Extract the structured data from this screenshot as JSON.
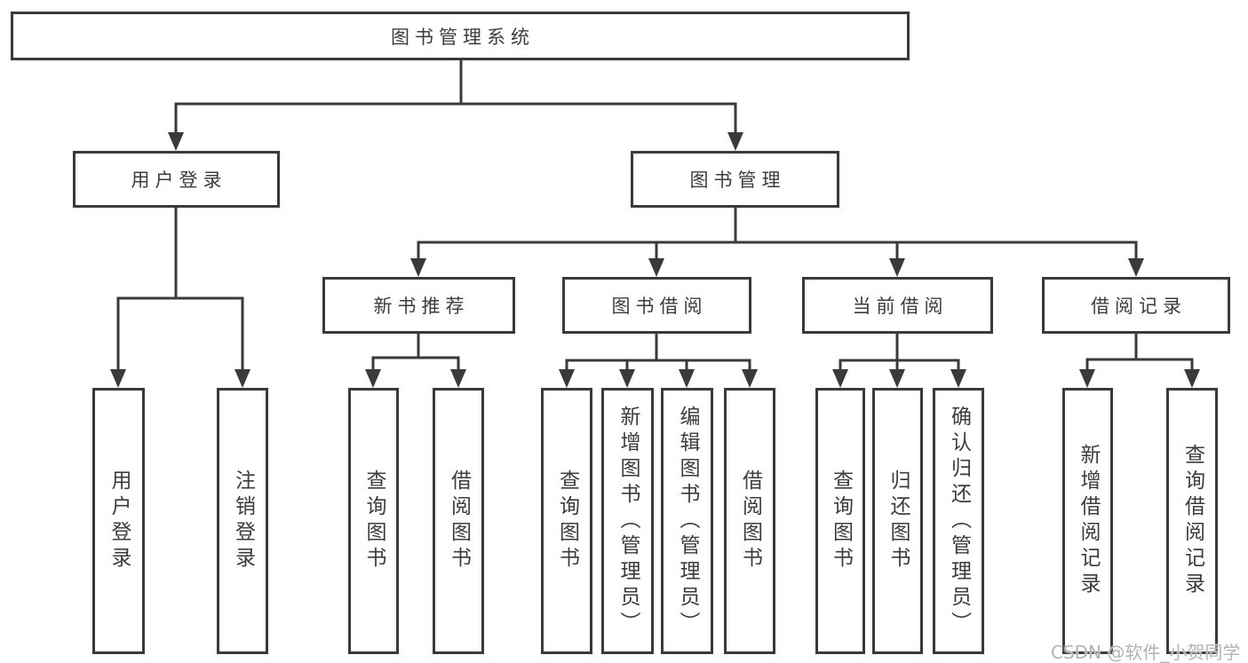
{
  "diagram": {
    "root": {
      "label": "图书管理系统"
    },
    "branches": {
      "user_login": {
        "label": "用户登录",
        "children": [
          {
            "label": "用户登录"
          },
          {
            "label": "注销登录"
          }
        ]
      },
      "book_management": {
        "label": "图书管理",
        "children": [
          {
            "label": "新书推荐",
            "children": [
              {
                "label": "查询图书"
              },
              {
                "label": "借阅图书"
              }
            ]
          },
          {
            "label": "图书借阅",
            "children": [
              {
                "label": "查询图书"
              },
              {
                "label": "新增图书（管理员）"
              },
              {
                "label": "编辑图书（管理员）"
              },
              {
                "label": "借阅图书"
              }
            ]
          },
          {
            "label": "当前借阅",
            "children": [
              {
                "label": "查询图书"
              },
              {
                "label": "归还图书"
              },
              {
                "label": "确认归还（管理员）"
              }
            ]
          },
          {
            "label": "借阅记录",
            "children": [
              {
                "label": "新增借阅记录"
              },
              {
                "label": "查询借阅记录"
              }
            ]
          }
        ]
      }
    }
  },
  "watermark": {
    "text": "CSDN @软件_小贺同学"
  },
  "colors": {
    "line": "#3a3a3a",
    "text": "#3c3c3c",
    "watermark": "#b3b3b3",
    "background": "#ffffff"
  }
}
